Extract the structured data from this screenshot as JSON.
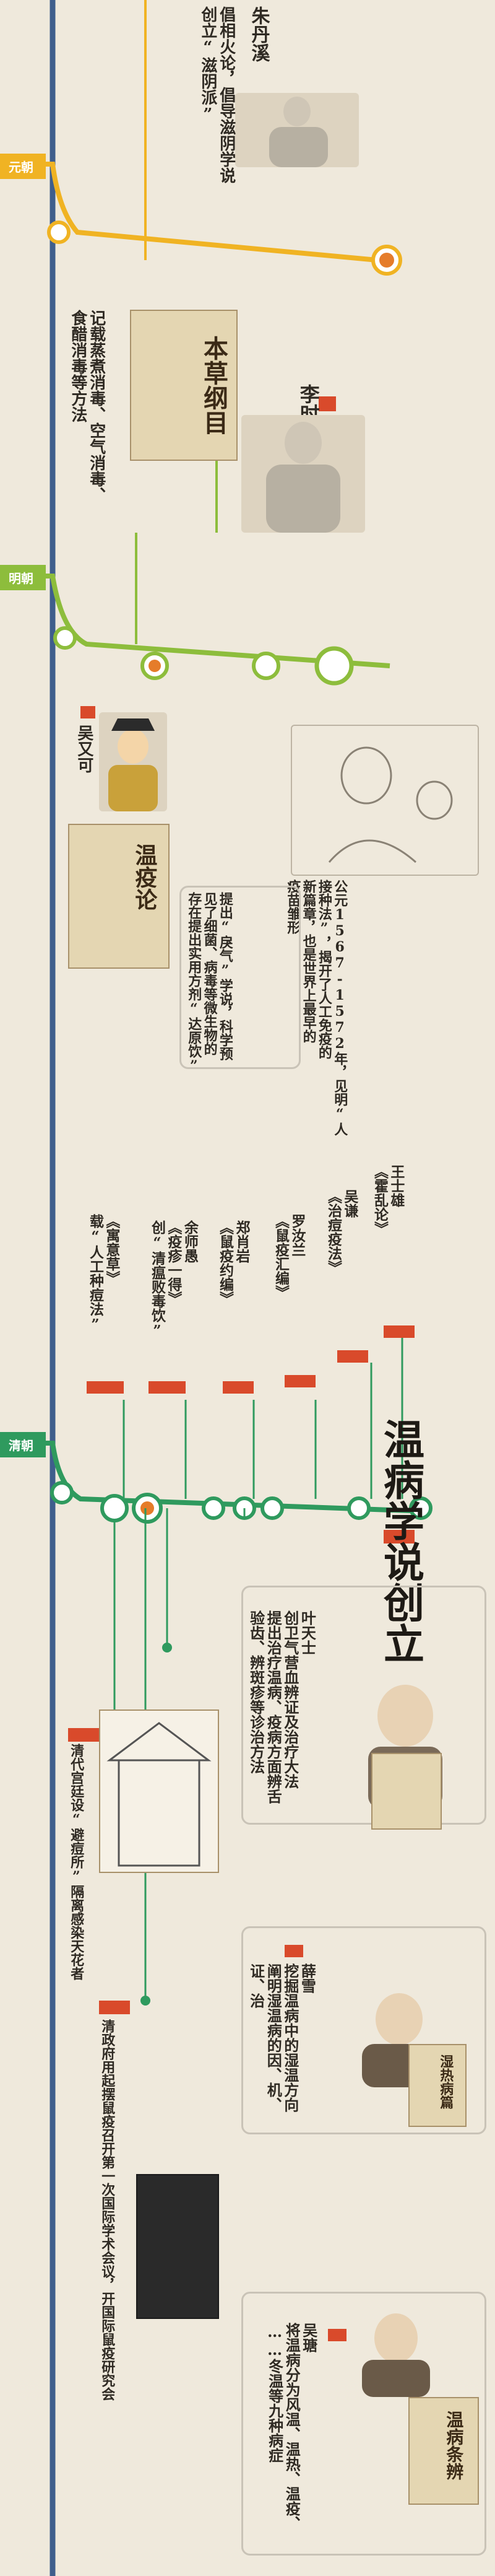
{
  "dynasties": {
    "yuan": "元朝",
    "ming": "明朝",
    "qing": "清朝"
  },
  "yuan": {
    "name": "朱丹溪",
    "desc": "倡相火论，倡导滋阴学说\n创立“滋阴派”"
  },
  "ming": {
    "li_name": "李时珍",
    "li_desc": "记载蒸煮消毒、空气消毒、\n食醋消毒等方法",
    "book_title": "本草纲目",
    "wu_name": "吴又可",
    "wu_book": "温疫论",
    "inoculation": "公元1567-1572年，见明“人\n接种法”，揭开了人工免疫的\n新篇章，也是世界上最早的\n疫苗雏形",
    "wu_desc": "提出“戾气”学说，科学预\n见了细菌、病毒等微生物的\n存在提出实用方剂“达原饮”"
  },
  "qing_top": {
    "items": [
      "王士雄\n《霍乱论》",
      "吴谦\n《治痘疫法》",
      "罗汝兰\n《鼠疫汇编》",
      "郑肖岩\n《鼠疫约编》",
      "余师愚\n《疫疹一得》\n创“清瘟败毒饮”",
      "《寓意草》\n载“人工种痘法”"
    ],
    "title": "温病学说创立"
  },
  "qing_people": {
    "ye_desc": "叶天士\n创卫气营血辨证及治疗大法\n提出治疗温病、疫病方面辨舌\n验齿、辨斑疹等诊治方法",
    "xue_desc": "薛雪\n挖掘温病中的湿温方向\n阐明湿温病的因、机、\n证、治",
    "wu_desc": "吴瑭\n将温病分为风温、温热、温疫、\n……冬温等九种病症",
    "wu_book": "温病条辨",
    "xue_book": "湿热病篇"
  },
  "qing_events": {
    "palace": "清代宫廷设“避痘所”隔离感染天花者",
    "conference": "清政府用起摆鼠疫召开第一次国际学术会议，开国际鼠疫研究会"
  }
}
